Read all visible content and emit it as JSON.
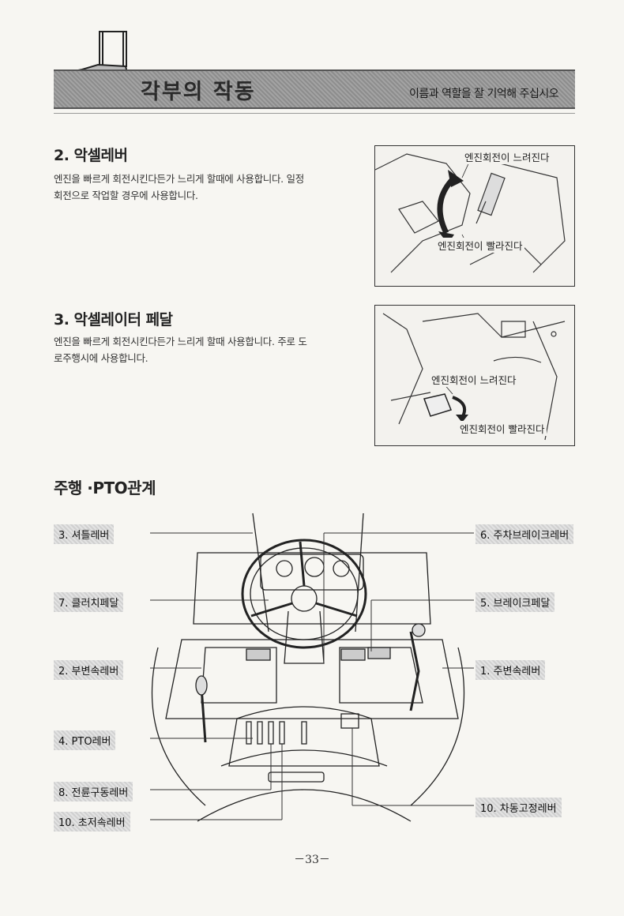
{
  "header": {
    "title": "각부의 작동",
    "subtitle": "이름과 역할을 잘 기억해 주십시오"
  },
  "sections": [
    {
      "title": "2. 악셀레버",
      "body": [
        "엔진을 빠르게 회전시킨다든가 느리게 할때에 사용합니다. 일정",
        "회전으로 작업할 경우에 사용합니다."
      ],
      "figure": {
        "top_label": "엔진회전이 느려진다",
        "bottom_label": "엔진회전이 빨라진다"
      }
    },
    {
      "title": "3. 악셀레이터 페달",
      "body": [
        "엔진을 빠르게 회전시킨다든가 느리게 할때 사용합니다. 주로 도",
        "로주행시에 사용합니다."
      ],
      "figure": {
        "top_label": "엔진회전이 느려진다",
        "bottom_label": "엔진회전이 빨라진다"
      }
    }
  ],
  "driving_section": {
    "title": "주행 ·PTO관계",
    "left_labels": [
      "3. 셔틀레버",
      "7. 클러치페달",
      "2. 부변속레버",
      "4. PTO레버",
      "8. 전륜구동레버",
      "10. 초저속레버"
    ],
    "right_labels": [
      "6. 주차브레이크레버",
      "5. 브레이크페달",
      "1. 주변속레버",
      "10. 차동고정레버"
    ]
  },
  "page_number": "－33－",
  "colors": {
    "banner": "#999999",
    "label_bg": "#dcdcdc"
  }
}
